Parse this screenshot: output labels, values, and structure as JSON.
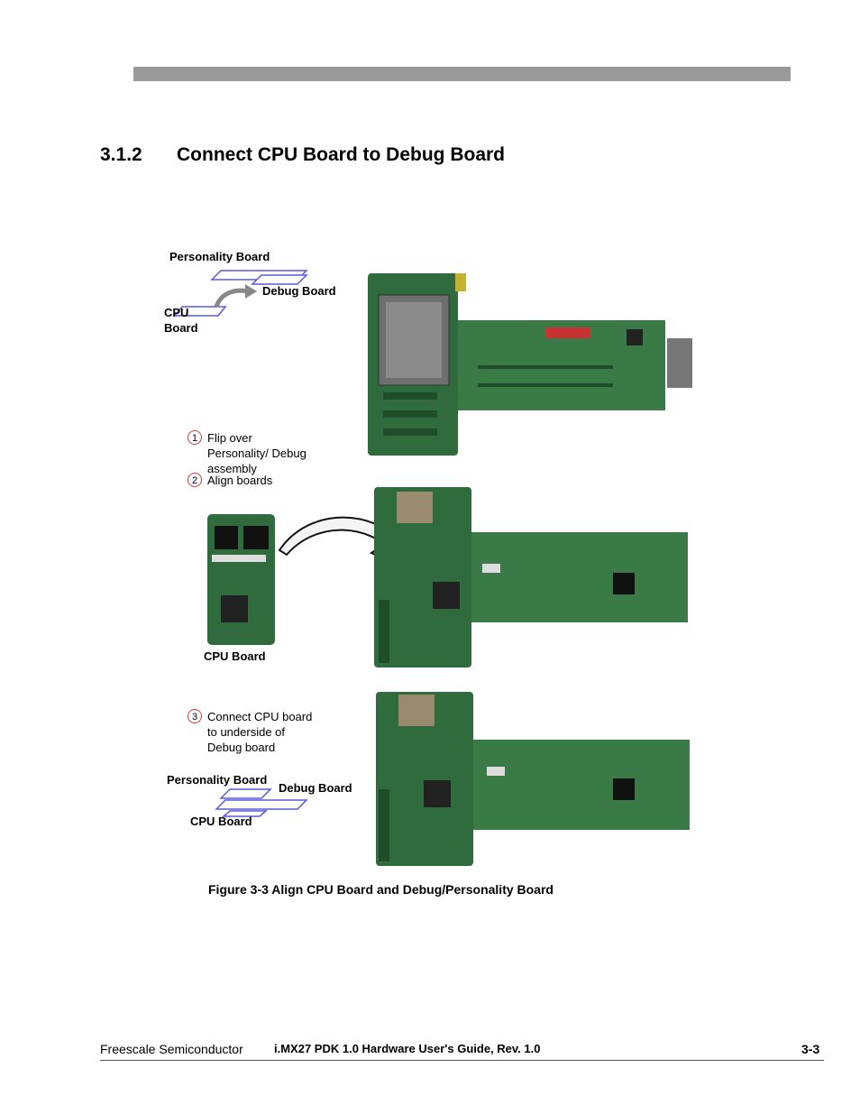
{
  "section": {
    "number": "3.1.2",
    "title": "Connect CPU Board to Debug Board"
  },
  "figure": {
    "top_diagram": {
      "personality": "Personality Board",
      "debug": "Debug Board",
      "cpu_line1": "CPU",
      "cpu_line2": "Board"
    },
    "steps": [
      {
        "n": "1",
        "text": "Flip over Personality/ Debug assembly"
      },
      {
        "n": "2",
        "text": "Align boards"
      },
      {
        "n": "3",
        "text": "Connect CPU board to underside of Debug board"
      }
    ],
    "cpu_board_label": "CPU Board",
    "bottom_diagram": {
      "personality": "Personality Board",
      "debug": "Debug Board",
      "cpu": "CPU Board"
    },
    "caption": "Figure 3-3 Align CPU Board and Debug/Personality Board"
  },
  "footer": {
    "left": "Freescale Semiconductor",
    "center": "i.MX27 PDK 1.0 Hardware User's Guide, Rev. 1.0",
    "right": "3-3"
  },
  "colors": {
    "pcb_green": "#2f6b3c",
    "board_blue": "#5a5adc",
    "step_circle": "#d23a3a",
    "header_bar": "#9a9a9a"
  }
}
